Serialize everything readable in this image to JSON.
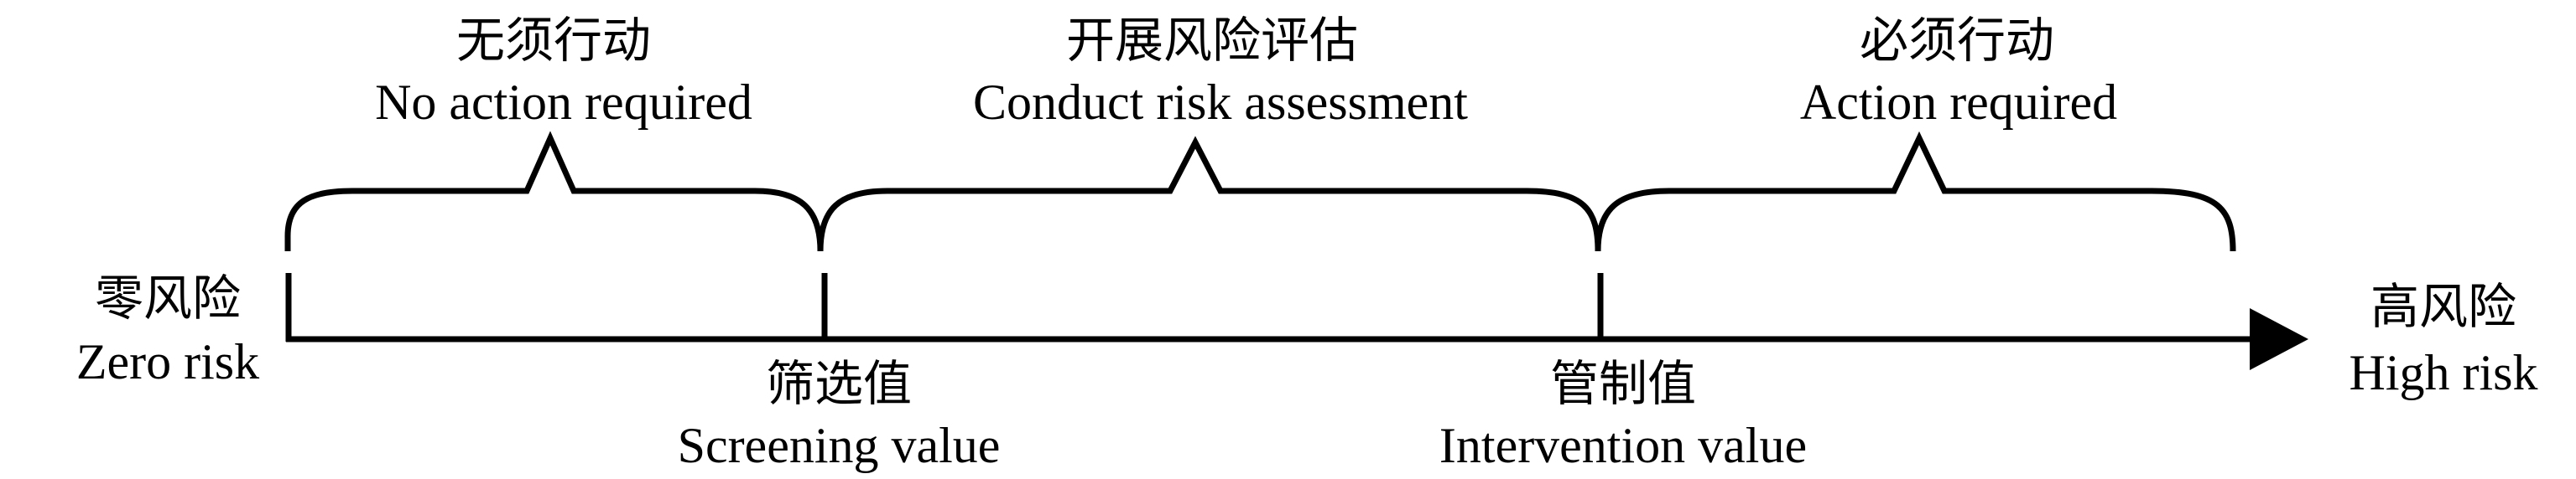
{
  "ranges": [
    {
      "zh": "无须行动",
      "en": "No action required"
    },
    {
      "zh": "开展风险评估",
      "en": "Conduct risk assessment"
    },
    {
      "zh": "必须行动",
      "en": "Action required"
    }
  ],
  "ends": {
    "start": {
      "zh": "零风险",
      "en": "Zero risk"
    },
    "end": {
      "zh": "高风险",
      "en": "High risk"
    }
  },
  "thresholds": [
    {
      "zh": "筛选值",
      "en": "Screening value"
    },
    {
      "zh": "管制值",
      "en": "Intervention value"
    }
  ],
  "colors": {
    "ink": "#000000",
    "background": "#ffffff"
  }
}
